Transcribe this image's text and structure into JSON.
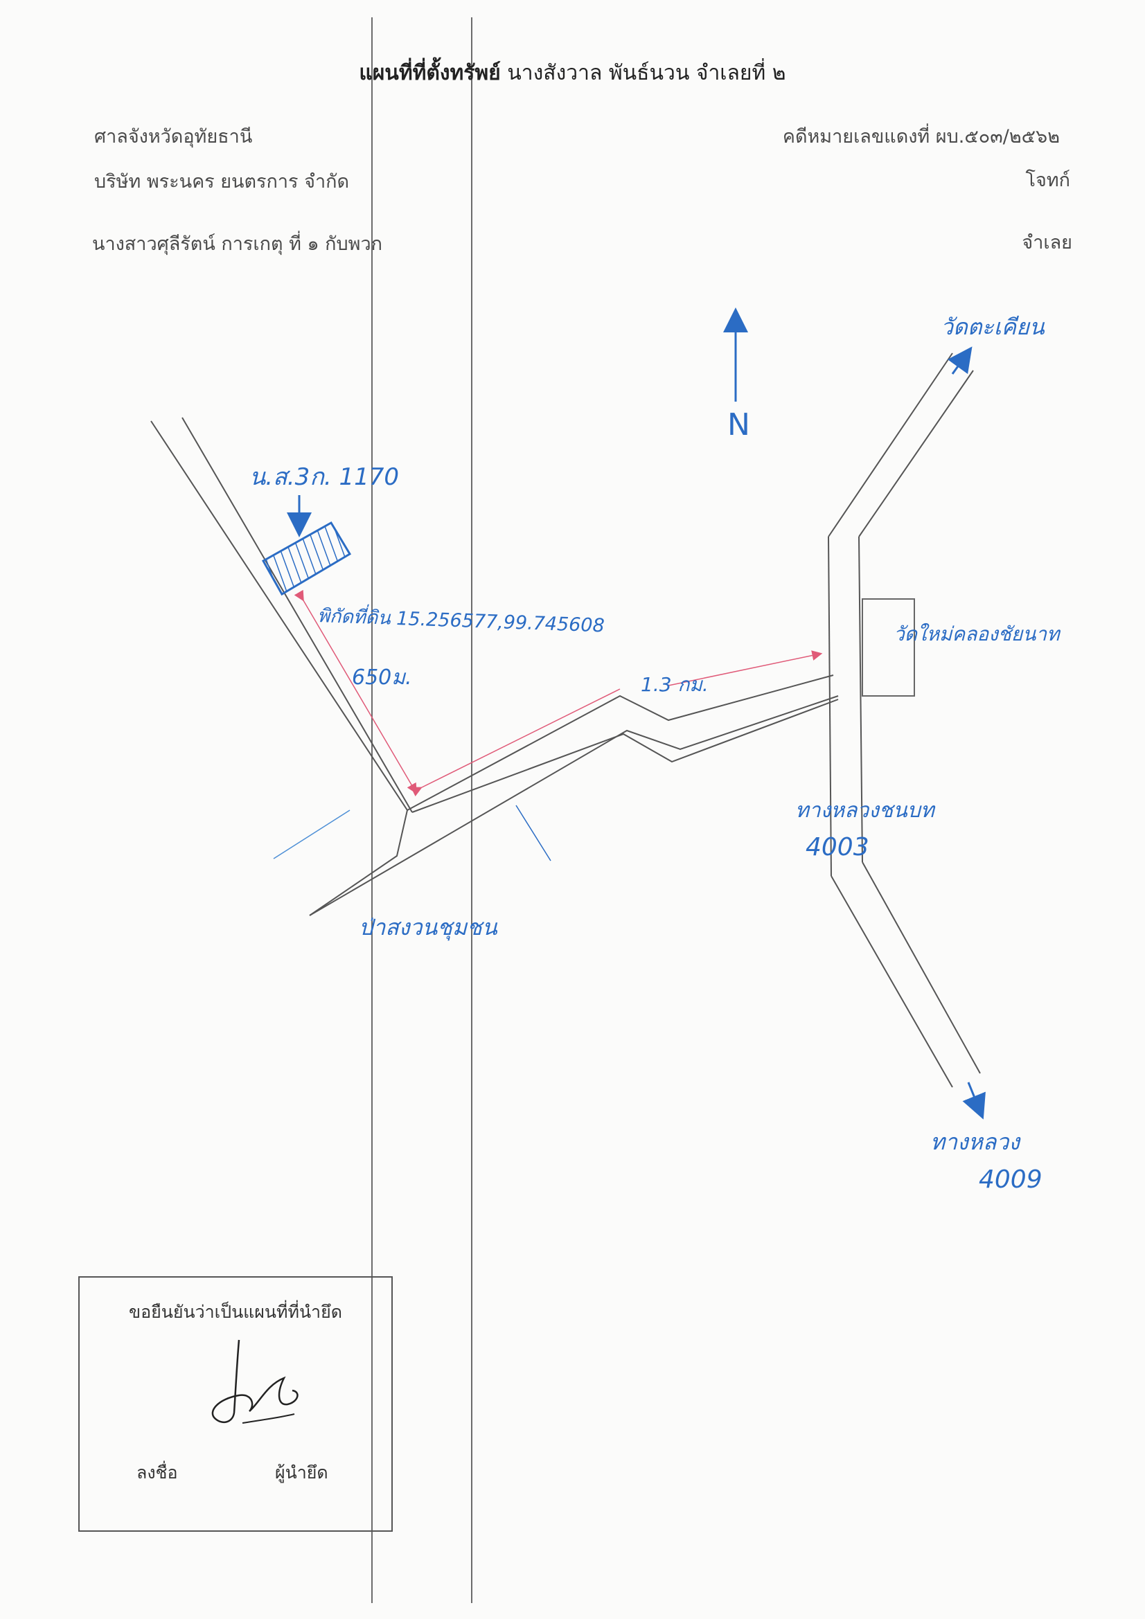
{
  "header": {
    "title_bold": "แผนที่ที่ตั้งทรัพย์",
    "title_rest": "นางสังวาล พันธ์นวน จำเลยที่ ๒",
    "court": "ศาลจังหวัดอุทัยธานี",
    "case_no": "คดีหมายเลขแดงที่ ผบ.๕๐๓/๒๕๖๒",
    "plaintiff_name": "บริษัท พระนคร ยนตรการ จำกัด",
    "plaintiff_role": "โจทก์",
    "defendant_name": "นางสาวศุลีรัตน์ การเกตุ ที่ ๑ กับพวก",
    "defendant_role": "จำเลย"
  },
  "map": {
    "north_label": "N",
    "parcel_label": "น.ส.3ก. 1170",
    "coordinate_label": "พิกัดที่ดิน 15.256577,99.745608",
    "distance_short": "650ม.",
    "distance_long": "1.3 กม.",
    "temple_label": "วัดใหม่คลองชัยนาท",
    "north_destination": "วัดตะเคียน",
    "highway_label": "ทางหลวงชนบท",
    "highway_number": "4003",
    "south_highway_label": "ทางหลวง",
    "south_highway_number": "4009",
    "community_label": "ป่าสงวนชุมชน"
  },
  "certification": {
    "caption": "ขอยืนยันว่าเป็นแผนที่ที่นำยึด",
    "sign_label": "ลงชื่อ",
    "role_label": "ผู้นำยึด"
  },
  "colors": {
    "ink_blue": "#2b6cc4",
    "pencil_grey": "#555555",
    "arrow_pink": "#e05a78"
  }
}
